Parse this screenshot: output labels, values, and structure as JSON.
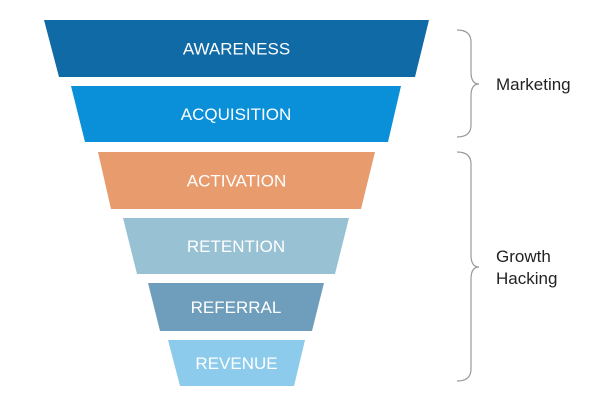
{
  "funnel": {
    "stages": [
      {
        "label": "AWARENESS",
        "color": "#0f6aa6"
      },
      {
        "label": "ACQUISITION",
        "color": "#0a8fd9"
      },
      {
        "label": "ACTIVATION",
        "color": "#e89b6d"
      },
      {
        "label": "RETENTION",
        "color": "#98c2d3"
      },
      {
        "label": "REFERRAL",
        "color": "#6f9ebd"
      },
      {
        "label": "REVENUE",
        "color": "#8ccbeb"
      }
    ],
    "groups": [
      {
        "label_lines": [
          "Marketing"
        ],
        "stages": [
          "AWARENESS",
          "ACQUISITION"
        ]
      },
      {
        "label_lines": [
          "Growth",
          "Hacking"
        ],
        "stages": [
          "ACTIVATION",
          "RETENTION",
          "REFERRAL",
          "REVENUE"
        ]
      }
    ]
  }
}
